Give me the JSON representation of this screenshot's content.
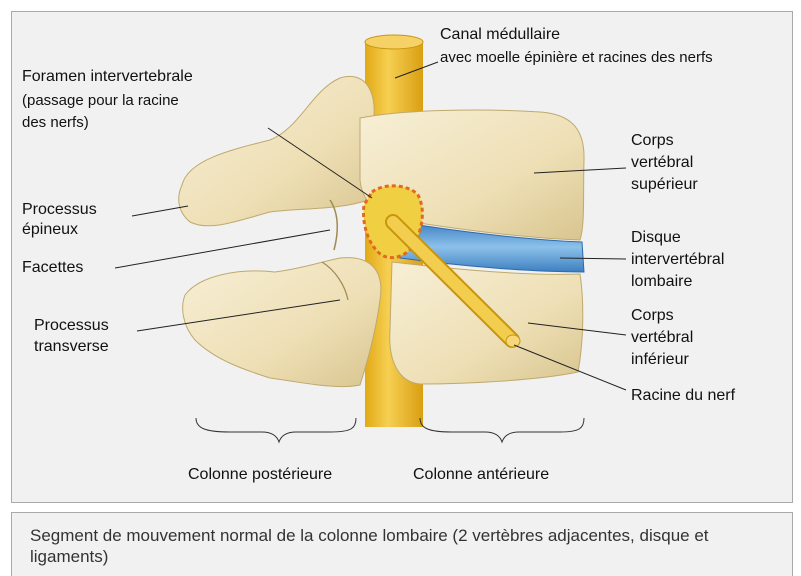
{
  "labels": {
    "canal_title": "Canal médullaire",
    "canal_sub": "avec moelle épinière et racines des nerfs",
    "foramen_1": "Foramen intervertebrale",
    "foramen_2": "(passage pour la racine",
    "foramen_3": "des nerfs)",
    "processus_epineux_1": "Processus",
    "processus_epineux_2": "épineux",
    "facettes": "Facettes",
    "processus_transverse_1": "Processus",
    "processus_transverse_2": "transverse",
    "corps_sup_1": "Corps",
    "corps_sup_2": "vertébral",
    "corps_sup_3": "supérieur",
    "disque_1": "Disque",
    "disque_2": "intervertébral",
    "disque_3": "lombaire",
    "corps_inf_1": "Corps",
    "corps_inf_2": "vertébral",
    "corps_inf_3": "inférieur",
    "racine": "Racine du nerf",
    "colonne_posterieure": "Colonne postérieure",
    "colonne_anterieure": "Colonne antérieure"
  },
  "caption": "Segment de mouvement normal de la colonne lombaire (2 vertèbres adjacentes, disque et ligaments)",
  "colors": {
    "panel_bg": "#f1f1f1",
    "border": "#a9a9a9",
    "bone": "#f1e6c4",
    "bone_shadow": "#d6c28f",
    "spinal_cord": "#f3c33c",
    "disc": "#6aa7d8",
    "foramen_outline": "#e06a1e"
  }
}
